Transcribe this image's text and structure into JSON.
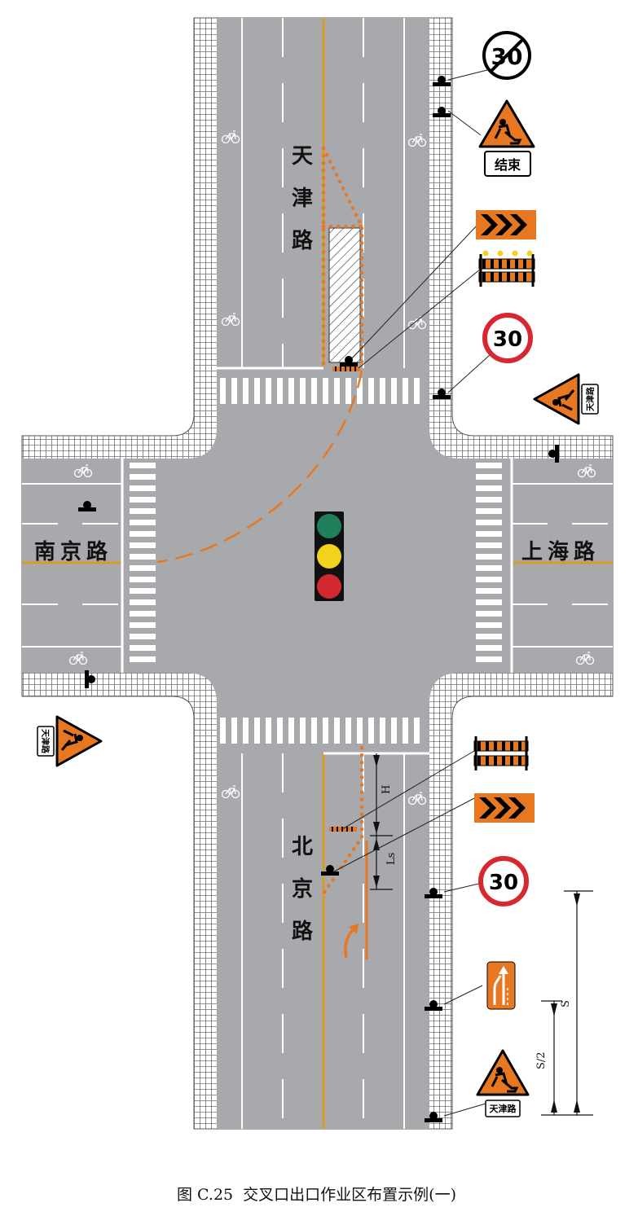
{
  "roads": {
    "north": "天津路",
    "south": "北京路",
    "west": "南京路",
    "east": "上海路"
  },
  "signs": {
    "speed_limit": "30",
    "end_speed_limit": "30",
    "work_end_label": "结束",
    "road_plate": "天津路"
  },
  "dimensions": {
    "h": "H",
    "ls": "Ls",
    "s": "S",
    "s_half": "S/2"
  },
  "caption": {
    "number": "图 C.25",
    "title": "交叉口出口作业区布置示例(一)"
  },
  "colors": {
    "road": "#a7a9ac",
    "curb": "#8a8c8f",
    "orange": "#e87722",
    "center_line": "#d99a2b",
    "sign_red": "#d7282f",
    "light_green": "#1e7f5a",
    "light_yellow": "#f4d11a",
    "light_red": "#d22630"
  }
}
